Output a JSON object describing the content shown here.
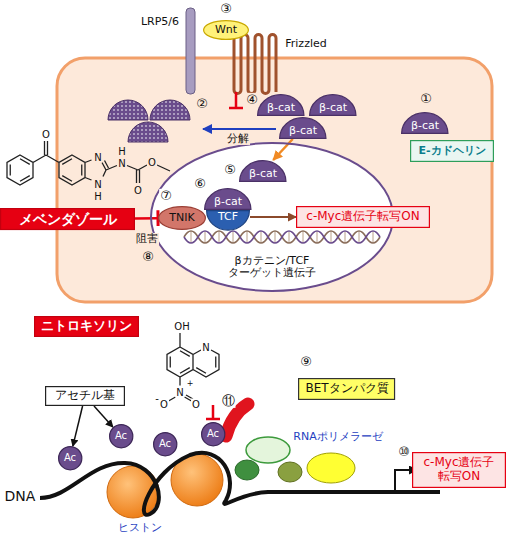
{
  "diagram": {
    "nodes": [
      {
        "text": [
          "Wnt"
        ]
      },
      {
        "text": [
          "β-cat"
        ]
      },
      {
        "text": [
          "β-cat"
        ]
      },
      {
        "text": [
          "β-cat"
        ]
      },
      {
        "text": [
          "β-cat"
        ]
      },
      {
        "text": [
          "E-カドヘリン"
        ]
      },
      {
        "text": [
          "βカテニン/TCF ターゲット遺伝子"
        ]
      },
      {
        "text": [
          "β-cat"
        ],
        "in": 6
      },
      {
        "text": [
          "β-cat"
        ],
        "in": 6
      },
      {
        "text": [
          "TNIK"
        ],
        "in": 6
      },
      {
        "text": [
          "TCF"
        ],
        "in": 6
      },
      {
        "text": [
          "c-Myc遺伝子転写ON"
        ],
        "in": 6
      },
      {
        "text": [
          "メベンダゾール"
        ]
      },
      {
        "text": [
          "ニトロキソリン"
        ]
      },
      {
        "text": [
          "BETタンパク質"
        ]
      },
      {
        "text": [
          "アセチル基"
        ]
      },
      {
        "text": [
          "Ac"
        ]
      },
      {
        "text": [
          "Ac"
        ]
      },
      {
        "text": [
          "Ac"
        ]
      },
      {
        "text": [
          "Ac"
        ]
      },
      {
        "text": [
          "c-Myc遺伝子 転写ON"
        ]
      }
    ],
    "edges": [
      {
        "from": 3,
        "to": 7,
        "arrow": "to"
      },
      {
        "from": 12,
        "to": 9,
        "arrow": "to",
        "label": "阻害"
      },
      {
        "from": 10,
        "to": 11,
        "arrow": "to"
      },
      {
        "from": 15,
        "to": 16,
        "arrow": "to"
      },
      {
        "from": 15,
        "to": 17,
        "arrow": "to"
      }
    ],
    "labels": [
      "LRP5/6",
      "③",
      "Frizzled",
      "④",
      "①",
      "②",
      "分解",
      "O",
      "N",
      "N",
      "H",
      "H",
      "N",
      "O",
      "O",
      "⑤",
      "⑥",
      "⑦",
      "⑧",
      "OH",
      "N",
      "⑨",
      "+",
      "N",
      "-",
      "O",
      "O",
      "⑪",
      "RNAポリメラーゼ",
      "⑩",
      "DNA",
      "ヒストン"
    ]
  }
}
